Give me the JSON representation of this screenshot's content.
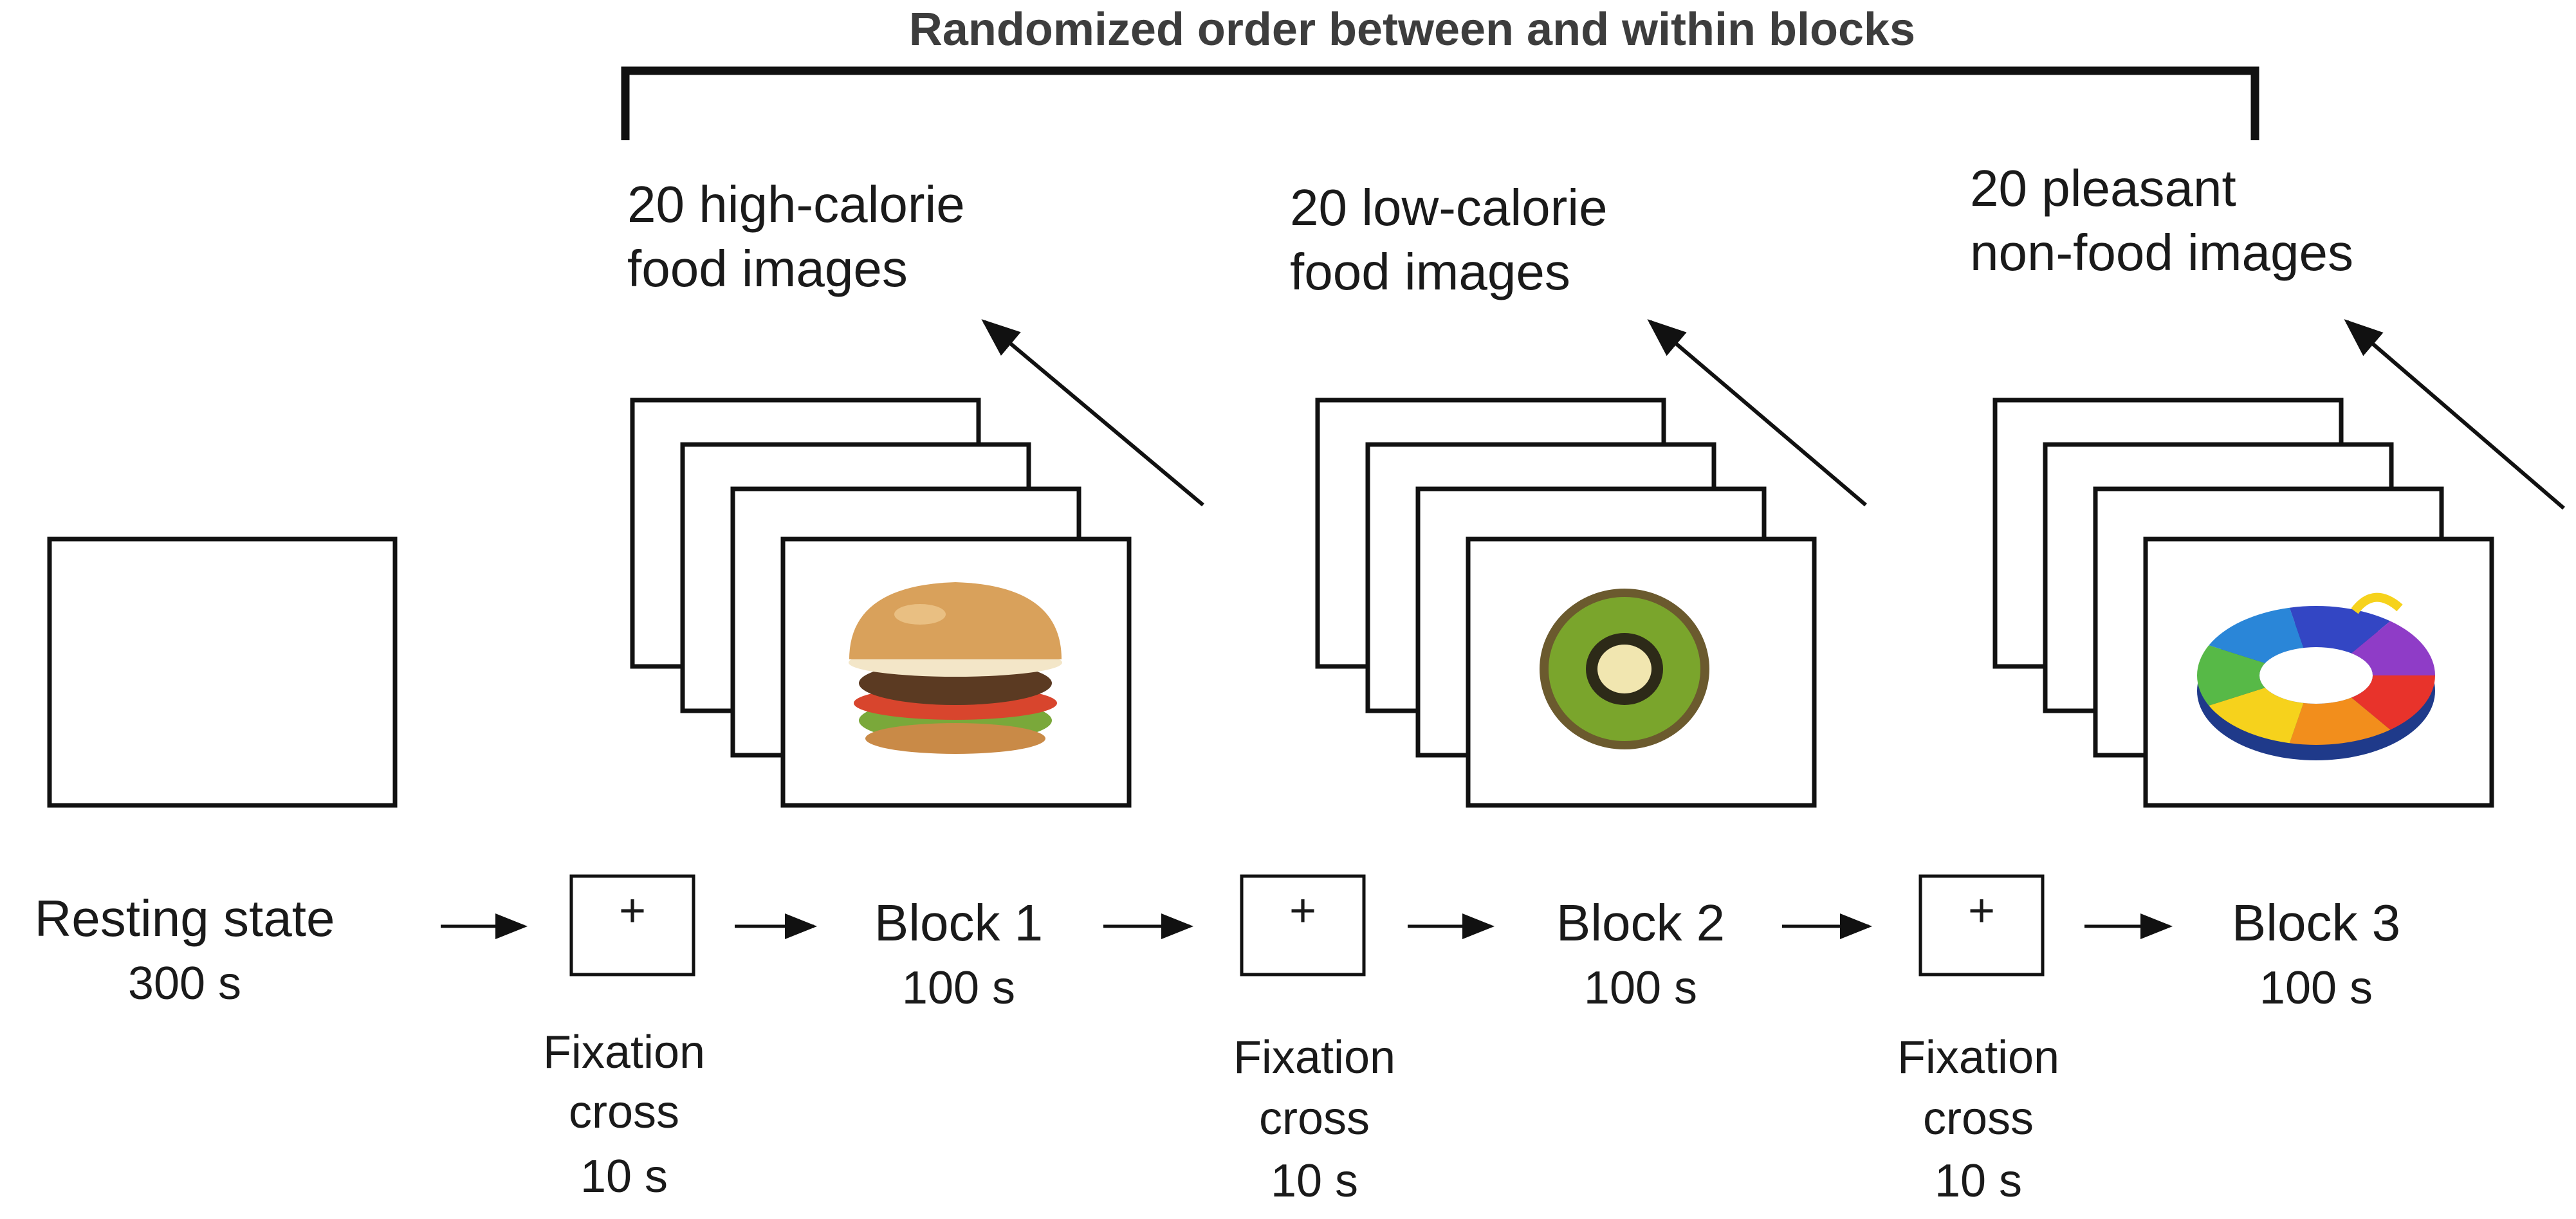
{
  "header": {
    "title": "Randomized order between and within blocks"
  },
  "colors": {
    "title": "#3d3d3d",
    "stroke": "#111111",
    "bun": "#d9a15b",
    "lettuce": "#7aa83a",
    "tomato": "#d8452d",
    "patty": "#5b3a22",
    "kiwi_skin": "#6b5a2e",
    "kiwi_flesh": "#7aa52c",
    "kiwi_core": "#f1e6b0",
    "ring_colors": [
      "#e8332b",
      "#f28e1c",
      "#f6d21c",
      "#57b947",
      "#2a86d8",
      "#3346c4",
      "#8f3cc7"
    ]
  },
  "resting": {
    "label": "Resting state",
    "duration": "300 s"
  },
  "fixation": {
    "symbol": "+",
    "label_line1": "Fixation",
    "label_line2": "cross",
    "duration": "10 s"
  },
  "blocks": [
    {
      "label": "Block 1",
      "duration": "100 s",
      "desc_line1": "20 high-calorie",
      "desc_line2": "food images",
      "image": "burger-image"
    },
    {
      "label": "Block 2",
      "duration": "100 s",
      "desc_line1": "20 low-calorie",
      "desc_line2": "food images",
      "image": "kiwi-image"
    },
    {
      "label": "Block 3",
      "duration": "100 s",
      "desc_line1": "20 pleasant",
      "desc_line2": "non-food images",
      "image": "swim-ring-image"
    }
  ]
}
